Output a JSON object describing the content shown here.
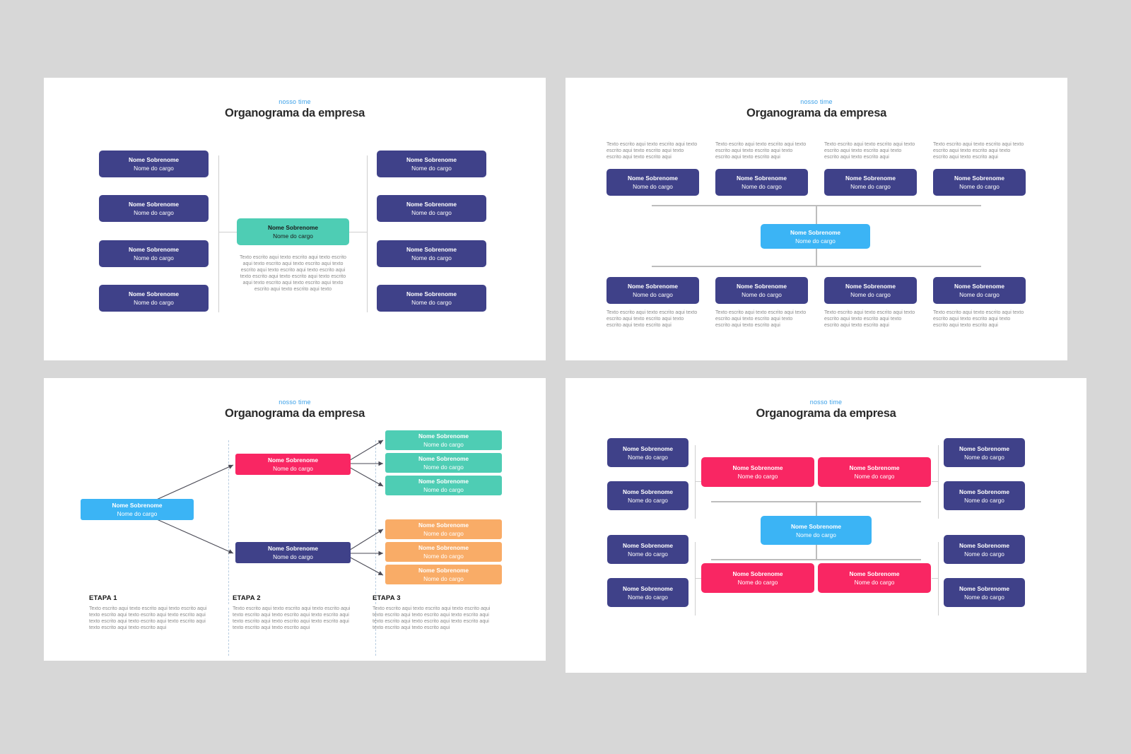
{
  "canvas": {
    "background": "#d7d7d7",
    "slide_background": "#ffffff"
  },
  "colors": {
    "navy": "#3f4189",
    "teal": "#4ecdb4",
    "blue": "#3bb4f5",
    "pink": "#f92663",
    "orange": "#f9ac67",
    "kicker": "#3aa0e8",
    "title": "#2b2b2b",
    "body_text": "#8b8b8b",
    "connector": "#cfcfcf",
    "dashed_divider": "#b9cde0"
  },
  "header": {
    "kicker": "nosso time",
    "title": "Organograma da empresa"
  },
  "person": {
    "name": "Nome Sobrenome",
    "role": "Nome do cargo"
  },
  "lorem": {
    "long": "Texto escrito aqui texto escrito aqui texto escrito aqui texto escrito aqui texto escrito aqui texto escrito aqui texto escrito aqui texto escrito aqui texto escrito aqui texto escrito aqui texto escrito aqui texto escrito aqui texto escrito aqui texto escrito aqui texto escrito aqui texto",
    "short": "Texto escrito aqui texto escrito aqui texto escrito aqui texto escrito aqui texto escrito aqui texto escrito aqui",
    "etapa": "Texto escrito aqui texto escrito aqui texto escrito aqui texto escrito aqui texto escrito aqui texto escrito aqui texto escrito aqui texto escrito aqui texto escrito aqui texto escrito aqui texto escrito aqui"
  },
  "slide1": {
    "id": "slide-1",
    "layout": "two-column-around-center",
    "left_boxes": [
      {
        "name": "Nome Sobrenome",
        "role": "Nome do cargo",
        "color": "#3f4189"
      },
      {
        "name": "Nome Sobrenome",
        "role": "Nome do cargo",
        "color": "#3f4189"
      },
      {
        "name": "Nome Sobrenome",
        "role": "Nome do cargo",
        "color": "#3f4189"
      },
      {
        "name": "Nome Sobrenome",
        "role": "Nome do cargo",
        "color": "#3f4189"
      }
    ],
    "right_boxes": [
      {
        "name": "Nome Sobrenome",
        "role": "Nome do cargo",
        "color": "#3f4189"
      },
      {
        "name": "Nome Sobrenome",
        "role": "Nome do cargo",
        "color": "#3f4189"
      },
      {
        "name": "Nome Sobrenome",
        "role": "Nome do cargo",
        "color": "#3f4189"
      },
      {
        "name": "Nome Sobrenome",
        "role": "Nome do cargo",
        "color": "#3f4189"
      }
    ],
    "center_box": {
      "name": "Nome Sobrenome",
      "role": "Nome do cargo",
      "color": "#4ecdb4"
    },
    "center_paragraph": "Texto escrito aqui texto escrito aqui texto escrito aqui texto escrito aqui texto escrito aqui texto escrito aqui texto escrito aqui texto escrito aqui texto escrito aqui texto escrito aqui texto escrito aqui texto escrito aqui texto escrito aqui texto escrito aqui texto escrito aqui texto"
  },
  "slide2": {
    "id": "slide-2",
    "layout": "four-top-four-bottom-with-center",
    "top_items": [
      {
        "text": "Texto escrito aqui texto escrito aqui texto escrito aqui texto escrito aqui texto escrito aqui texto escrito aqui",
        "name": "Nome Sobrenome",
        "role": "Nome do cargo",
        "color": "#3f4189"
      },
      {
        "text": "Texto escrito aqui texto escrito aqui texto escrito aqui texto escrito aqui texto escrito aqui texto escrito aqui",
        "name": "Nome Sobrenome",
        "role": "Nome do cargo",
        "color": "#3f4189"
      },
      {
        "text": "Texto escrito aqui texto escrito aqui texto escrito aqui texto escrito aqui texto escrito aqui texto escrito aqui",
        "name": "Nome Sobrenome",
        "role": "Nome do cargo",
        "color": "#3f4189"
      },
      {
        "text": "Texto escrito aqui texto escrito aqui texto escrito aqui texto escrito aqui texto escrito aqui texto escrito aqui",
        "name": "Nome Sobrenome",
        "role": "Nome do cargo",
        "color": "#3f4189"
      }
    ],
    "bottom_items": [
      {
        "name": "Nome Sobrenome",
        "role": "Nome do cargo",
        "color": "#3f4189",
        "text": "Texto escrito aqui texto escrito aqui texto escrito aqui texto escrito aqui texto escrito aqui texto escrito aqui"
      },
      {
        "name": "Nome Sobrenome",
        "role": "Nome do cargo",
        "color": "#3f4189",
        "text": "Texto escrito aqui texto escrito aqui texto escrito aqui texto escrito aqui texto escrito aqui texto escrito aqui"
      },
      {
        "name": "Nome Sobrenome",
        "role": "Nome do cargo",
        "color": "#3f4189",
        "text": "Texto escrito aqui texto escrito aqui texto escrito aqui texto escrito aqui texto escrito aqui texto escrito aqui"
      },
      {
        "name": "Nome Sobrenome",
        "role": "Nome do cargo",
        "color": "#3f4189",
        "text": "Texto escrito aqui texto escrito aqui texto escrito aqui texto escrito aqui texto escrito aqui texto escrito aqui"
      }
    ],
    "center_box": {
      "name": "Nome Sobrenome",
      "role": "Nome do cargo",
      "color": "#3bb4f5"
    }
  },
  "slide3": {
    "id": "slide-3",
    "layout": "three-stage-flow",
    "root_box": {
      "name": "Nome Sobrenome",
      "role": "Nome do cargo",
      "color": "#3bb4f5"
    },
    "stage2_boxes": [
      {
        "name": "Nome Sobrenome",
        "role": "Nome do cargo",
        "color": "#f92663"
      },
      {
        "name": "Nome Sobrenome",
        "role": "Nome do cargo",
        "color": "#3f4189"
      }
    ],
    "stage3_top_boxes": [
      {
        "name": "Nome Sobrenome",
        "role": "Nome do cargo",
        "color": "#4ecdb4"
      },
      {
        "name": "Nome Sobrenome",
        "role": "Nome do cargo",
        "color": "#4ecdb4"
      },
      {
        "name": "Nome Sobrenome",
        "role": "Nome do cargo",
        "color": "#4ecdb4"
      }
    ],
    "stage3_bottom_boxes": [
      {
        "name": "Nome Sobrenome",
        "role": "Nome do cargo",
        "color": "#f9ac67"
      },
      {
        "name": "Nome Sobrenome",
        "role": "Nome do cargo",
        "color": "#f9ac67"
      },
      {
        "name": "Nome Sobrenome",
        "role": "Nome do cargo",
        "color": "#f9ac67"
      }
    ],
    "stages": [
      {
        "label": "ETAPA 1",
        "text": "Texto escrito aqui texto escrito aqui texto escrito aqui texto escrito aqui texto escrito aqui texto escrito aqui texto escrito aqui texto escrito aqui texto escrito aqui texto escrito aqui texto escrito aqui"
      },
      {
        "label": "ETAPA 2",
        "text": "Texto escrito aqui texto escrito aqui texto escrito aqui texto escrito aqui texto escrito aqui texto escrito aqui texto escrito aqui texto escrito aqui texto escrito aqui texto escrito aqui texto escrito aqui"
      },
      {
        "label": "ETAPA 3",
        "text": "Texto escrito aqui texto escrito aqui texto escrito aqui texto escrito aqui texto escrito aqui texto escrito aqui texto escrito aqui texto escrito aqui texto escrito aqui texto escrito aqui texto escrito aqui"
      }
    ]
  },
  "slide4": {
    "id": "slide-4",
    "layout": "symmetric-center-hub",
    "center_box": {
      "name": "Nome Sobrenome",
      "role": "Nome do cargo",
      "color": "#3bb4f5"
    },
    "pink_boxes": [
      {
        "name": "Nome Sobrenome",
        "role": "Nome do cargo",
        "color": "#f92663"
      },
      {
        "name": "Nome Sobrenome",
        "role": "Nome do cargo",
        "color": "#f92663"
      },
      {
        "name": "Nome Sobrenome",
        "role": "Nome do cargo",
        "color": "#f92663"
      },
      {
        "name": "Nome Sobrenome",
        "role": "Nome do cargo",
        "color": "#f92663"
      }
    ],
    "left_navy_boxes": [
      {
        "name": "Nome Sobrenome",
        "role": "Nome do cargo",
        "color": "#3f4189"
      },
      {
        "name": "Nome Sobrenome",
        "role": "Nome do cargo",
        "color": "#3f4189"
      },
      {
        "name": "Nome Sobrenome",
        "role": "Nome do cargo",
        "color": "#3f4189"
      },
      {
        "name": "Nome Sobrenome",
        "role": "Nome do cargo",
        "color": "#3f4189"
      }
    ],
    "right_navy_boxes": [
      {
        "name": "Nome Sobrenome",
        "role": "Nome do cargo",
        "color": "#3f4189"
      },
      {
        "name": "Nome Sobrenome",
        "role": "Nome do cargo",
        "color": "#3f4189"
      },
      {
        "name": "Nome Sobrenome",
        "role": "Nome do cargo",
        "color": "#3f4189"
      },
      {
        "name": "Nome Sobrenome",
        "role": "Nome do cargo",
        "color": "#3f4189"
      }
    ]
  }
}
